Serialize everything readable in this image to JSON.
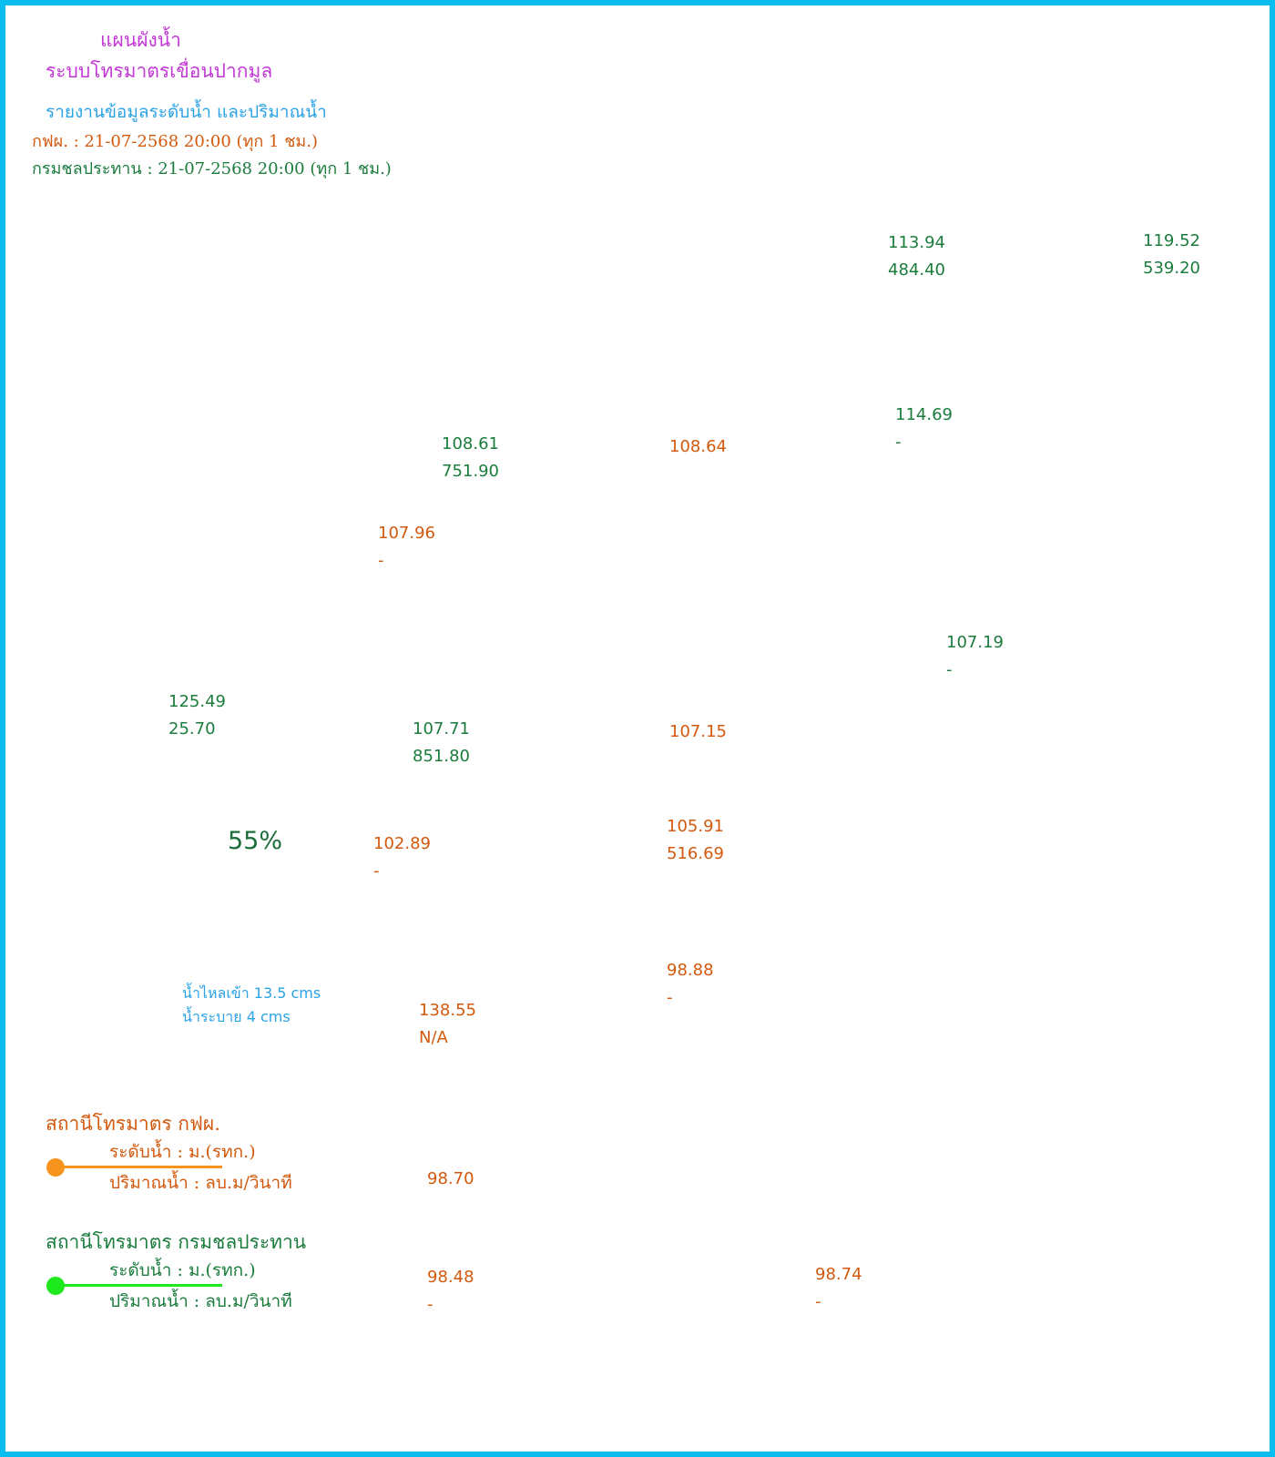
{
  "header": {
    "title": "แผนผังน้ำ",
    "system": "ระบบโทรมาตรเขื่อนปากมูล",
    "report": "รายงานข้อมูลระดับน้ำ และปริมาณน้ำ",
    "egat_update": "กฟผ. : 21-07-2568 20:00 (ทุก 1 ชม.)",
    "rid_update": "กรมชลประทาน : 21-07-2568 20:00 (ทุก 1 ชม.)"
  },
  "stations": [
    {
      "level": "113.94",
      "flow": "484.40",
      "agency": "rid"
    },
    {
      "level": "119.52",
      "flow": "539.20",
      "agency": "rid"
    },
    {
      "level": "114.69",
      "flow": "-",
      "agency": "rid"
    },
    {
      "level": "108.61",
      "flow": "751.90",
      "agency": "rid"
    },
    {
      "level": "108.64",
      "agency": "egat"
    },
    {
      "level": "107.96",
      "flow": "-",
      "agency": "egat"
    },
    {
      "level": "107.19",
      "flow": "-",
      "agency": "rid"
    },
    {
      "level": "125.49",
      "flow": "25.70",
      "agency": "rid"
    },
    {
      "level": "107.71",
      "flow": "851.80",
      "agency": "rid"
    },
    {
      "level": "107.15",
      "agency": "egat"
    },
    {
      "level": "102.89",
      "flow": "-",
      "agency": "egat"
    },
    {
      "level": "105.91",
      "flow": "516.69",
      "agency": "egat"
    },
    {
      "level": "98.88",
      "flow": "-",
      "agency": "egat"
    },
    {
      "level": "138.55",
      "flow": "N/A",
      "agency": "egat"
    },
    {
      "level": "98.70",
      "agency": "egat"
    },
    {
      "level": "98.48",
      "flow": "-",
      "agency": "egat"
    },
    {
      "level": "98.74",
      "flow": "-",
      "agency": "egat"
    }
  ],
  "reservoir": {
    "percent": "55%",
    "inflow": "น้ำไหลเข้า 13.5 cms",
    "release": "น้ำระบาย 4 cms"
  },
  "legend": {
    "egat": {
      "heading": "สถานีโทรมาตร กฟผ.",
      "level_label": "ระดับน้ำ : ม.(รทก.)",
      "flow_label": "ปริมาณน้ำ : ลบ.ม/วินาที",
      "color": "#f7941d"
    },
    "rid": {
      "heading": "สถานีโทรมาตร กรมชลประทาน",
      "level_label": "ระดับน้ำ : ม.(รทก.)",
      "flow_label": "ปริมาณน้ำ : ลบ.ม/วินาที",
      "color": "#1ee81e"
    }
  },
  "colors": {
    "border": "#0bbcee",
    "rid_text": "#1b7c3d",
    "egat_text": "#d2590d",
    "title": "#c238d6",
    "subtitle": "#2aa3e6"
  }
}
